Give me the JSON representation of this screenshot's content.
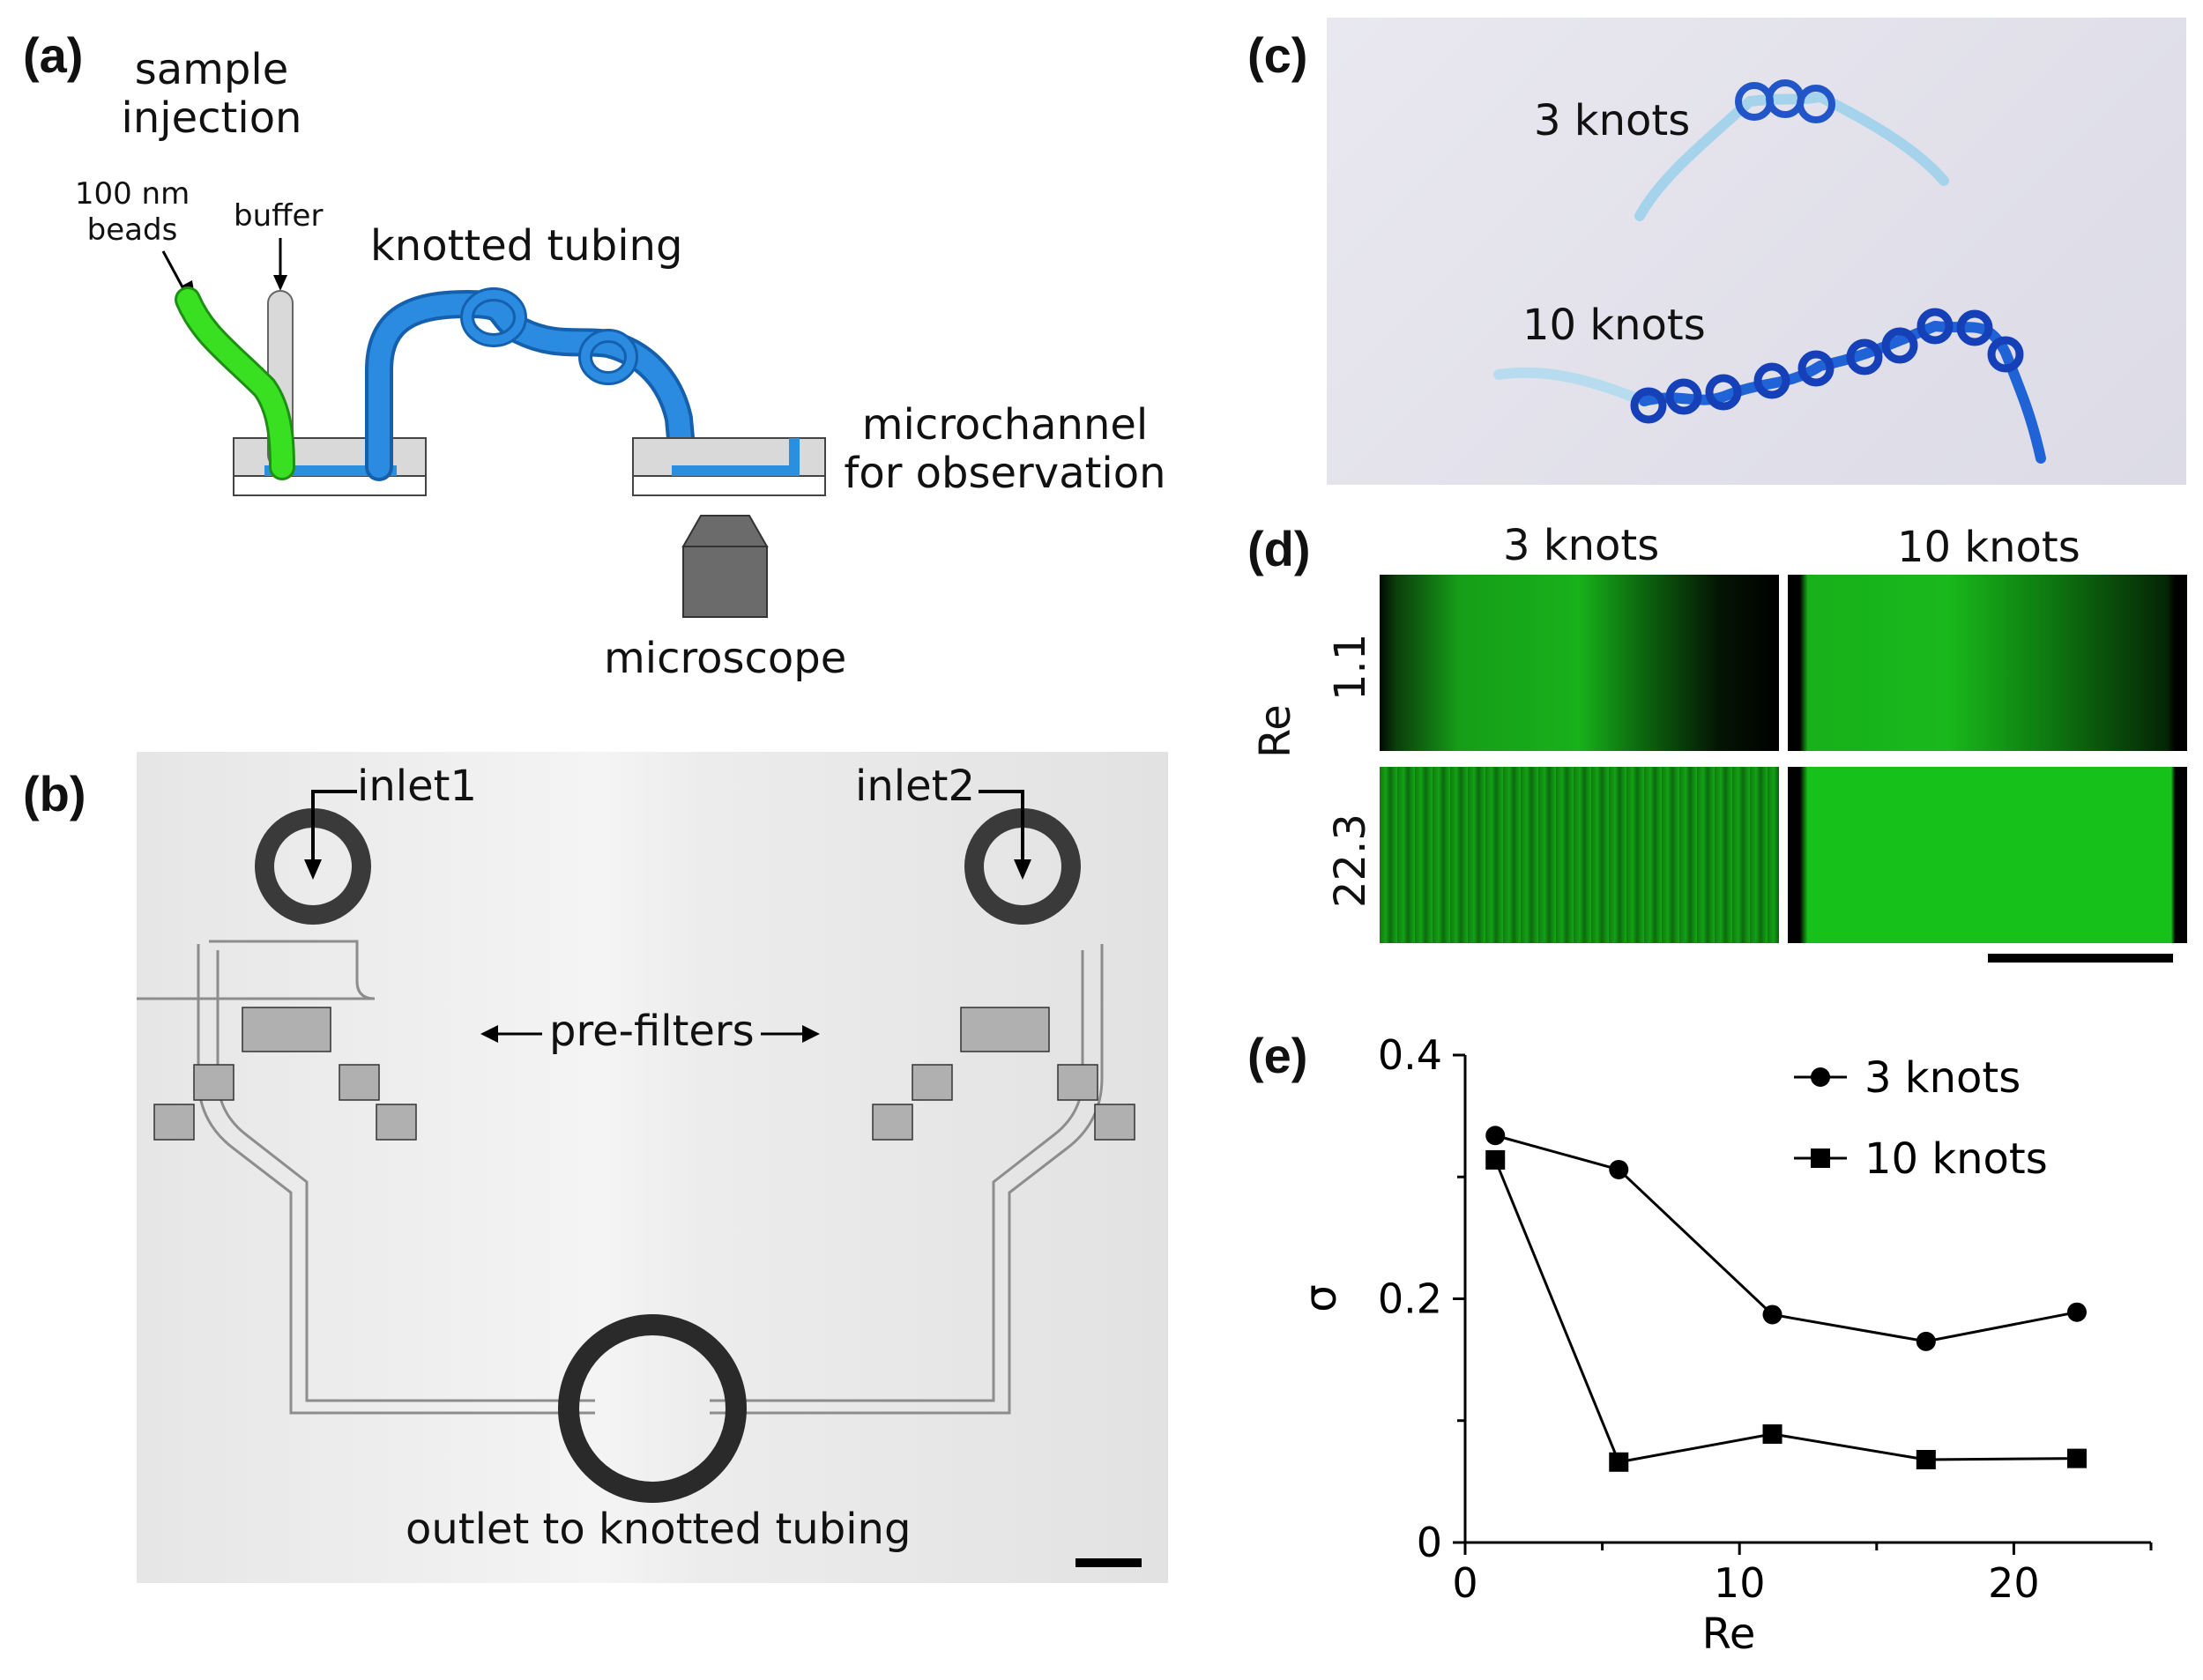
{
  "panels": {
    "a": {
      "label": "(a)",
      "sample_injection": [
        "sample",
        "injection"
      ],
      "beads": [
        "100 nm",
        "beads"
      ],
      "buffer": "buffer",
      "knotted_tubing": "knotted tubing",
      "microchannel": [
        "microchannel",
        "for observation"
      ],
      "microscope": "microscope"
    },
    "b": {
      "label": "(b)",
      "inlet1": "inlet1",
      "inlet2": "inlet2",
      "prefilters": "pre-filters",
      "outlet": "outlet to knotted tubing"
    },
    "c": {
      "label": "(c)",
      "knots3": "3 knots",
      "knots10": "10 knots"
    },
    "d": {
      "label": "(d)",
      "col1": "3 knots",
      "col2": "10 knots",
      "row_axis": "Re",
      "row1": "1.1",
      "row2": "22.3"
    },
    "e": {
      "label": "(e)"
    }
  },
  "colors": {
    "bead_tube": "#39e021",
    "knot_tube": "#1f7fd6",
    "fluor_green": "#16c21a",
    "chip_gray": "#d9d9d9"
  },
  "chart_data": {
    "type": "line",
    "xlabel": "Re",
    "ylabel": "σ",
    "xlim": [
      0,
      25
    ],
    "ylim": [
      0,
      0.4
    ],
    "xticks": [
      "0",
      "10",
      "20"
    ],
    "xtick_values": [
      0,
      10,
      20
    ],
    "yticks": [
      "0",
      "0.2",
      "0.4"
    ],
    "ytick_values": [
      0,
      0.2,
      0.4
    ],
    "legend_position": "top-right",
    "series": [
      {
        "name": "3 knots",
        "marker": "circle",
        "x": [
          1.1,
          5.6,
          11.2,
          16.8,
          22.3
        ],
        "y": [
          0.334,
          0.306,
          0.187,
          0.165,
          0.189
        ]
      },
      {
        "name": "10 knots",
        "marker": "square",
        "x": [
          1.1,
          5.6,
          11.2,
          16.8,
          22.3
        ],
        "y": [
          0.314,
          0.066,
          0.089,
          0.068,
          0.069
        ]
      }
    ]
  }
}
